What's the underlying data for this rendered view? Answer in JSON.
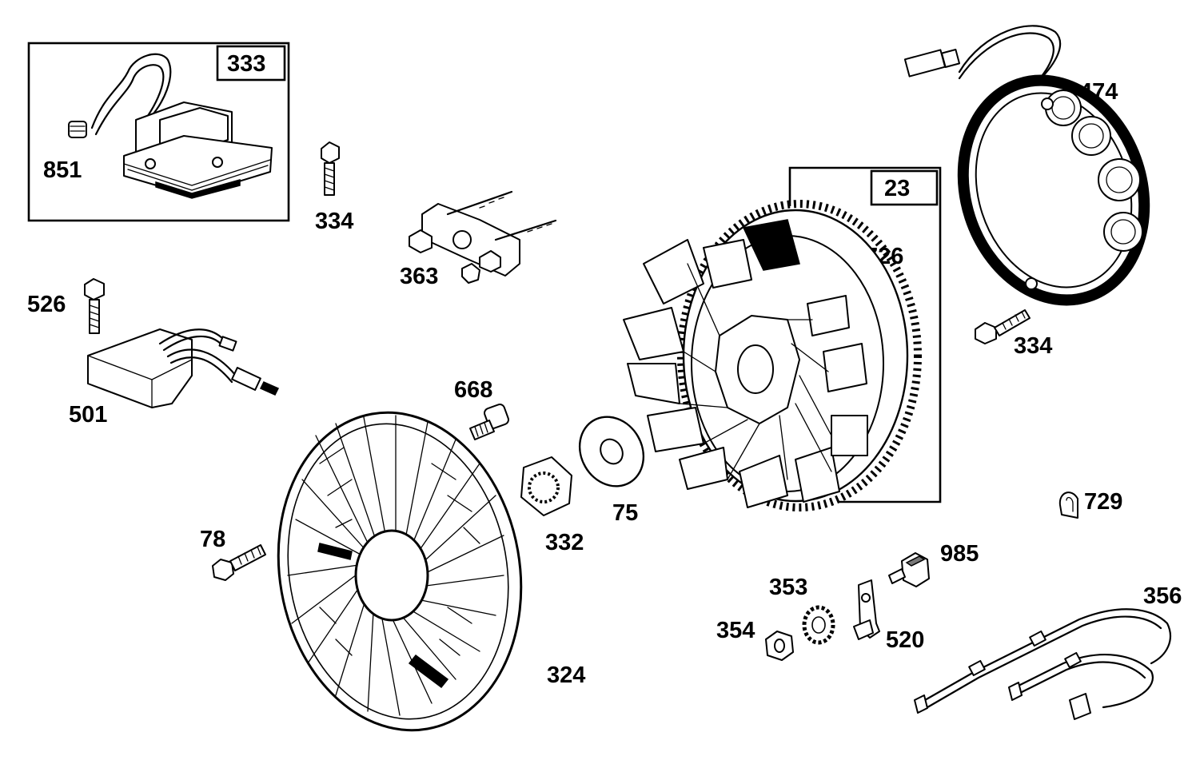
{
  "labels": {
    "l333": "333",
    "l851": "851",
    "l334a": "334",
    "l363": "363",
    "l526": "526",
    "l501": "501",
    "l23": "23",
    "l726": "726",
    "l474": "474",
    "l334b": "334",
    "l668": "668",
    "l75": "75",
    "l332": "332",
    "l78": "78",
    "l324": "324",
    "l729": "729",
    "l985": "985",
    "l353": "353",
    "l354": "354",
    "l520": "520",
    "l356": "356"
  }
}
